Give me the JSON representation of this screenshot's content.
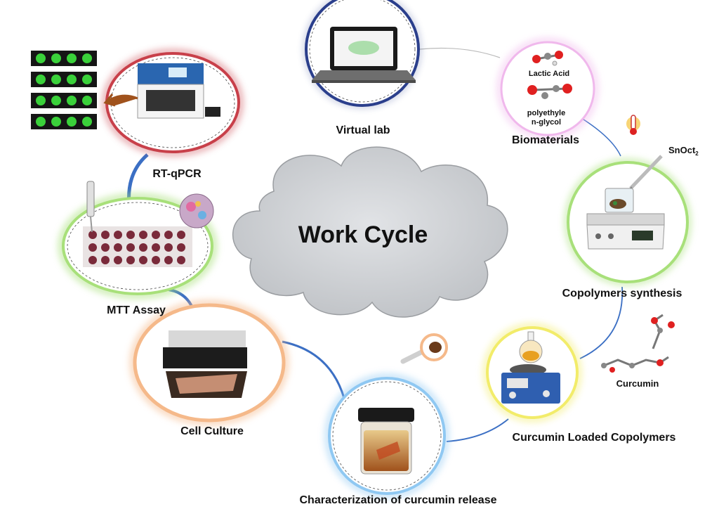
{
  "center": {
    "title": "Work Cycle"
  },
  "stages": {
    "virtual_lab": "Virtual lab",
    "biomaterials": "Biomaterials",
    "copolymer_synthesis": "Copolymers synthesis",
    "curcumin_loaded": "Curcumin Loaded Copolymers",
    "characterization": "Characterization of curcumin release",
    "cell_culture": "Cell Culture",
    "mtt": "MTT Assay",
    "rtqpcr": "RT-qPCR"
  },
  "molecules": {
    "lactic_acid": "Lactic Acid",
    "peg_line1": "polyethyle",
    "peg_line2": "n-glycol",
    "catalyst": "SnOct",
    "catalyst_sub": "2",
    "curcumin": "Curcumin"
  },
  "colors": {
    "virtual_lab_ring": "#2b3f8c",
    "biomaterials_ring": "#f0b8ec",
    "synthesis_ring": "#a8e07a",
    "curcumin_ring": "#f2ec6a",
    "characterization_ring": "#8fc8f2",
    "cell_culture_ring": "#f5b98a",
    "mtt_ring": "#a8e07a",
    "rtqpcr_ring": "#c8404a",
    "connector": "#3b6fc4",
    "cloud": "#cfd2d6"
  },
  "icons": [
    "laptop-icon",
    "molecule-icon",
    "thermometer-icon",
    "pipette-icon",
    "hotplate-icon",
    "flask-icon",
    "jar-icon",
    "microscope-icon",
    "well-plate-icon",
    "cell-icon",
    "pcr-machine-icon",
    "dna-gel-icon"
  ]
}
